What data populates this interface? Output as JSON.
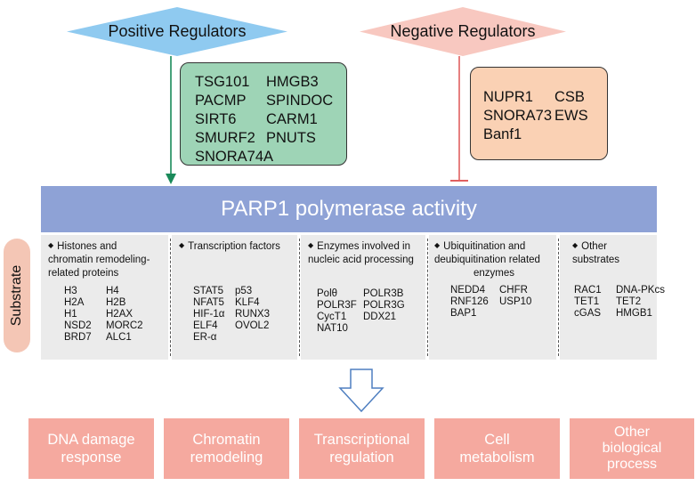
{
  "positive": {
    "label": "Positive Regulators",
    "color": "#8fcaf0",
    "rows": [
      [
        "TSG101",
        "HMGB3"
      ],
      [
        "PACMP",
        "SPINDOC"
      ],
      [
        "SIRT6",
        "CARM1"
      ],
      [
        "SMURF2",
        "PNUTS"
      ],
      [
        "SNORA74A"
      ]
    ],
    "box_color": "#9ed4b6",
    "arrow_color": "#1a8a5a"
  },
  "negative": {
    "label": "Negative Regulators",
    "color": "#f8c8c0",
    "rows": [
      [
        "NUPR1",
        "CSB"
      ],
      [
        "SNORA73",
        "EWS"
      ],
      [
        "Banf1"
      ]
    ],
    "box_color": "#fad1b4",
    "inhibitor_color": "#e06060"
  },
  "banner": {
    "label": "PARP1 polymerase activity",
    "color": "#8ea2d6"
  },
  "substrate_label": "Substrate",
  "categories": [
    {
      "title": [
        "Histones and",
        "chromatin remodeling-",
        "related proteins"
      ],
      "items": [
        [
          "H3",
          "H4"
        ],
        [
          "H2A",
          "H2B"
        ],
        [
          "H1",
          "H2AX"
        ],
        [
          "NSD2",
          "MORC2"
        ],
        [
          "BRD7",
          "ALC1"
        ]
      ]
    },
    {
      "title": [
        "Transcription factors"
      ],
      "items": [
        [
          "STAT5",
          "p53"
        ],
        [
          "NFAT5",
          "KLF4"
        ],
        [
          "HIF-1α",
          "RUNX3"
        ],
        [
          "ELF4",
          "OVOL2"
        ],
        [
          "ER-α"
        ]
      ]
    },
    {
      "title": [
        "Enzymes involved in",
        "nucleic acid processing"
      ],
      "items": [
        [
          "Polθ",
          "POLR3B"
        ],
        [
          "POLR3F",
          "POLR3G"
        ],
        [
          "CycT1",
          "DDX21"
        ],
        [
          "NAT10"
        ]
      ]
    },
    {
      "title": [
        "Ubiquitination and",
        "deubiquitination related",
        "enzymes"
      ],
      "items": [
        [
          "NEDD4",
          "CHFR"
        ],
        [
          "RNF126",
          "USP10"
        ],
        [
          "BAP1"
        ]
      ]
    },
    {
      "title": [
        "Other substrates"
      ],
      "items": [
        [
          "RAC1",
          "DNA-PKcs"
        ],
        [
          "TET1",
          "TET2"
        ],
        [
          "cGAS",
          "HMGB1"
        ]
      ]
    }
  ],
  "outcomes": [
    [
      "DNA damage",
      "response"
    ],
    [
      "Chromatin",
      "remodeling"
    ],
    [
      "Transcriptional",
      "regulation"
    ],
    [
      "Cell",
      "metabolism"
    ],
    [
      "Other",
      "biological",
      "process"
    ]
  ],
  "outcome_color": "#f5a99f"
}
